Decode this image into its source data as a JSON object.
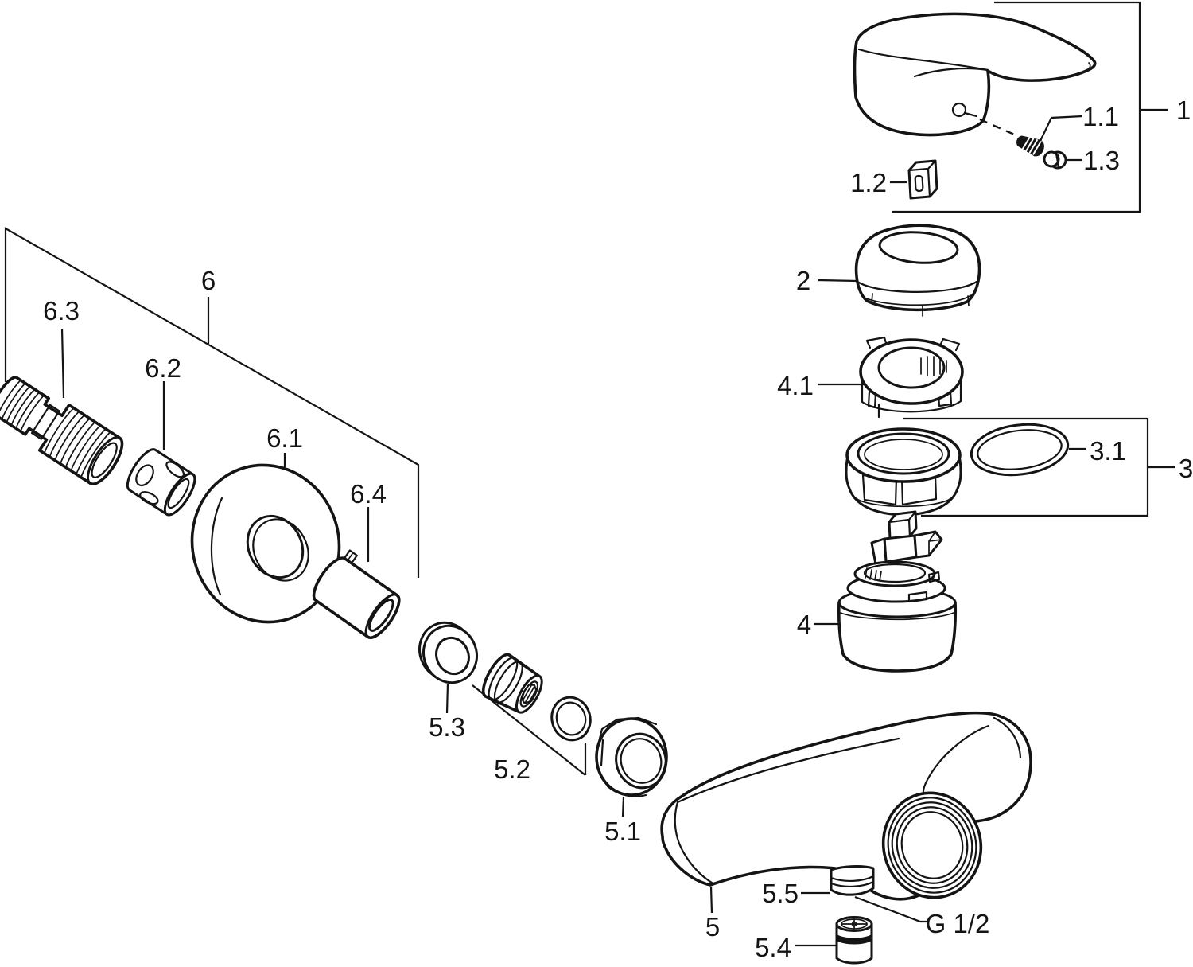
{
  "figure": {
    "type": "exploded-parts-diagram",
    "background_color": "#ffffff",
    "line_color": "#141414",
    "labels": {
      "n1": "1",
      "n1_1": "1.1",
      "n1_2": "1.2",
      "n1_3": "1.3",
      "n2": "2",
      "n3": "3",
      "n3_1": "3.1",
      "n4": "4",
      "n4_1": "4.1",
      "n5": "5",
      "n5_1": "5.1",
      "n5_2": "5.2",
      "n5_3": "5.3",
      "n5_4": "5.4",
      "n5_5": "5.5",
      "n6": "6",
      "n6_1": "6.1",
      "n6_2": "6.2",
      "n6_3": "6.3",
      "n6_4": "6.4",
      "thread_size": "G 1/2"
    }
  }
}
